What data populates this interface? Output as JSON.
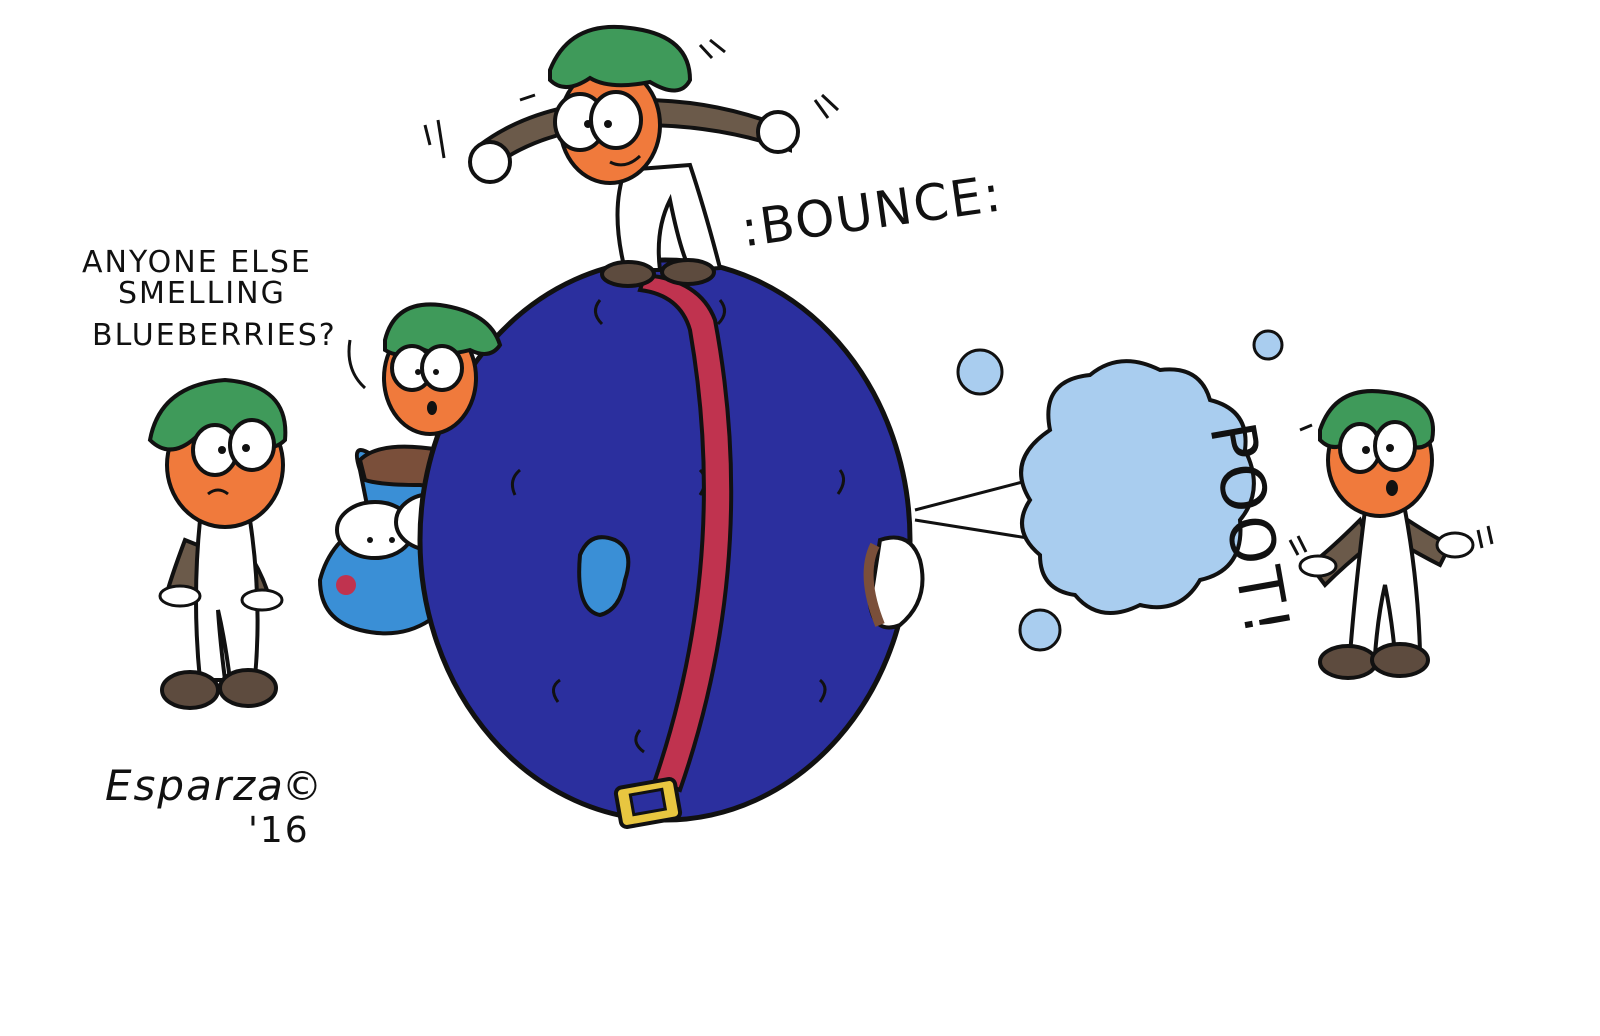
{
  "speech_bubble": {
    "lines": [
      "ANYONE ELSE",
      "SMELLING",
      "BLUEBERRIES?"
    ]
  },
  "sound_effects": {
    "bounce": ":BOUNCE:",
    "poot": "POOT!"
  },
  "signature": {
    "name": "Esparza",
    "symbol": "©",
    "year": "'16"
  },
  "colors": {
    "background": "#ffffff",
    "blueberry": "#2b2f9e",
    "blue_skin": "#3a8fd6",
    "belt": "#c0334f",
    "buckle": "#e8c640",
    "hair": "#3f9a5a",
    "skin": "#f07a3c",
    "sleeve": "#6b5a4a",
    "overalls": "#ffffff",
    "shoes": "#5d4b3e",
    "cloud": "#a9cdef",
    "hat_brim": "#7a4f3a"
  }
}
